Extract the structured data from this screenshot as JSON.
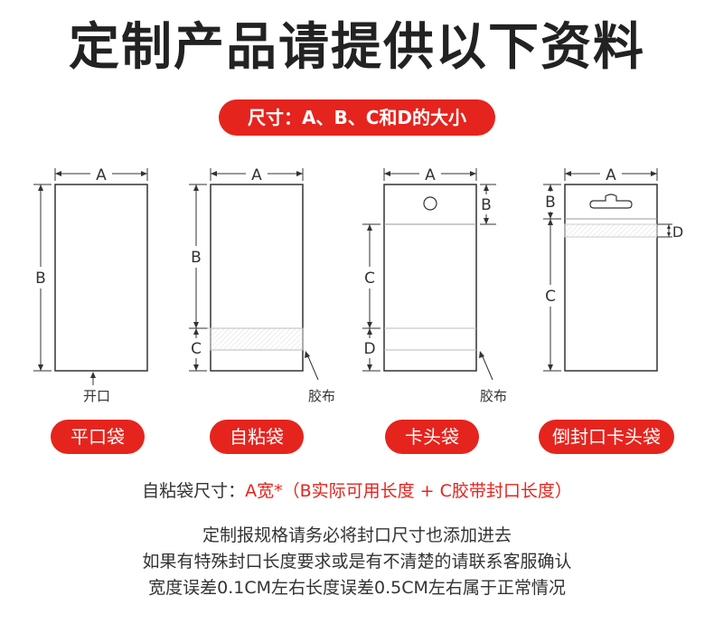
{
  "title": "定制产品请提供以下资料",
  "subtitle": "尺寸：A、B、C和D的大小",
  "labels": {
    "a": "A",
    "b": "B",
    "c": "C",
    "d": "D"
  },
  "annotations": {
    "opening": "开口",
    "tape": "胶布"
  },
  "bag_types": [
    "平口袋",
    "自粘袋",
    "卡头袋",
    "倒封口卡头袋"
  ],
  "formula": {
    "prefix": "自粘袋尺寸：",
    "highlight": "A宽*（B实际可用长度 + C胶带封口长度）"
  },
  "notes": [
    "定制报规格请务必将封口尺寸也添加进去",
    "如果有特殊封口长度要求或是有不清楚的请联系客服确认",
    "宽度误差0.1CM左右长度误差0.5CM左右属于正常情况"
  ],
  "colors": {
    "accent": "#e5241d",
    "line": "#333333"
  }
}
